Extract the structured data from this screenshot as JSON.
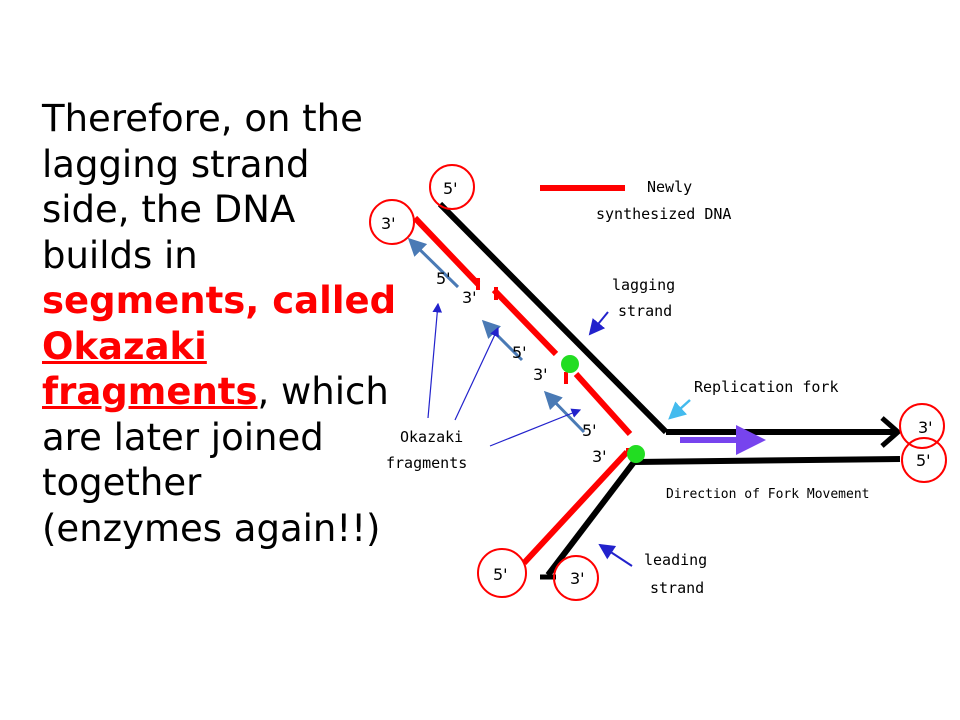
{
  "text": {
    "line1": "Therefore,  on the",
    "line2": "lagging strand",
    "line3": "side,  the DNA",
    "line4": "builds in",
    "hl_segments": "segments, called",
    "hl_okazaki": "Okazaki",
    "hl_fragments": "fragments",
    "after_fragments": ",  which",
    "line8": "are later joined",
    "line9": "together",
    "line10": "(enzymes again!!)"
  },
  "diagram": {
    "legend_line1": "Newly",
    "legend_line2": "synthesized DNA",
    "lagging_line1": "lagging",
    "lagging_line2": "strand",
    "replication_fork": "Replication fork",
    "okazaki_line1": "Okazaki",
    "okazaki_line2": "fragments",
    "direction": "Direction of Fork Movement",
    "leading_line1": "leading",
    "leading_line2": "strand",
    "labels": {
      "top_5": "5'",
      "top_3": "3'",
      "frag1_5": "5'",
      "frag1_3": "3'",
      "frag2_5": "5'",
      "frag2_3": "3'",
      "frag3_5": "5'",
      "frag3_3": "3'",
      "right_3": "3'",
      "right_5": "5'",
      "bottom_5": "5'",
      "bottom_3": "3'"
    }
  },
  "colors": {
    "strand": "#000000",
    "new_dna": "#ff0000",
    "circle": "#ff0000",
    "pointer": "#2222cc",
    "fork_arrow": "#7744ee",
    "fork_pointer": "#44bbee",
    "steel_arrow": "#4a7ab5",
    "primer": "#22dd22"
  }
}
